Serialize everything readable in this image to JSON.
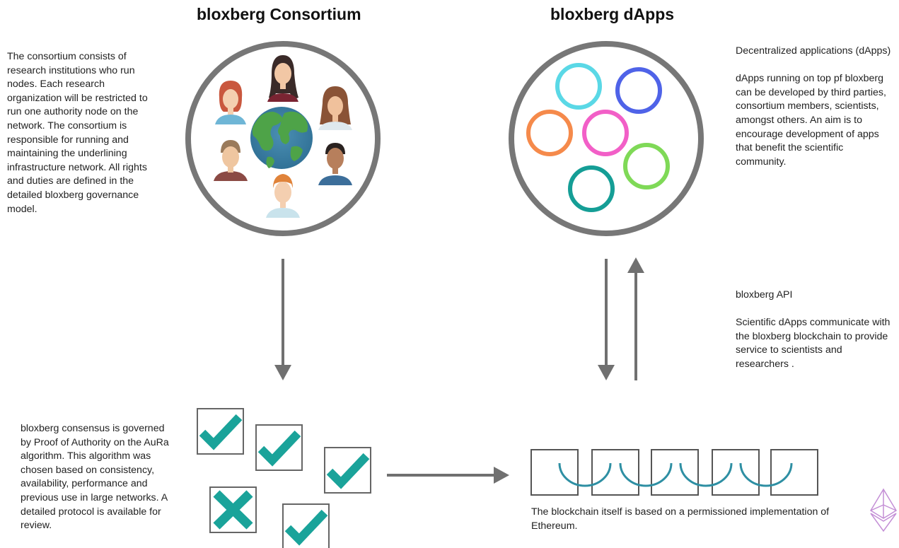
{
  "titles": {
    "consortium": "bloxberg Consortium",
    "dapps": "bloxberg dApps"
  },
  "texts": {
    "consortium_desc": "The consortium consists of research institutions who run nodes. Each research organization will be restricted to run one authority node on the network. The consortium is responsible for running and maintaining the underlining infrastructure network. All rights and duties are defined in the detailed bloxberg governance model.",
    "dapps_heading": "Decentralized applications (dApps)",
    "dapps_desc": "dApps running on top pf bloxberg can be developed by third parties, consortium members, scientists, amongst others. An aim is to encourage development of apps that benefit the scientific community.",
    "api_heading": "bloxberg API",
    "api_desc": "Scientific dApps communicate with the bloxberg blockchain to provide service to scientists and researchers .",
    "consensus_desc": "bloxberg consensus is governed by Proof of Authority on the AuRa algorithm. This algorithm was chosen based on consistency, availability, performance and previous use in large networks. A detailed protocol is available for review.",
    "blockchain_desc": "The blockchain itself is based on a permissioned implementation of Ethereum."
  },
  "icons": {
    "globe": "globe-icon",
    "person": "person-avatar-icon",
    "check": "check-icon",
    "cross": "cross-icon",
    "ethereum": "ethereum-logo-icon"
  },
  "colors": {
    "circle_outline": "#777777",
    "arrow": "#707070",
    "check_teal": "#1aa39a",
    "chain_link": "#2e8fa3",
    "ethereum": "#c48fd6",
    "dapp_colors": [
      "#5ad8e6",
      "#4f63e8",
      "#f58a4b",
      "#f25fc7",
      "#7fd957",
      "#159e96"
    ]
  }
}
